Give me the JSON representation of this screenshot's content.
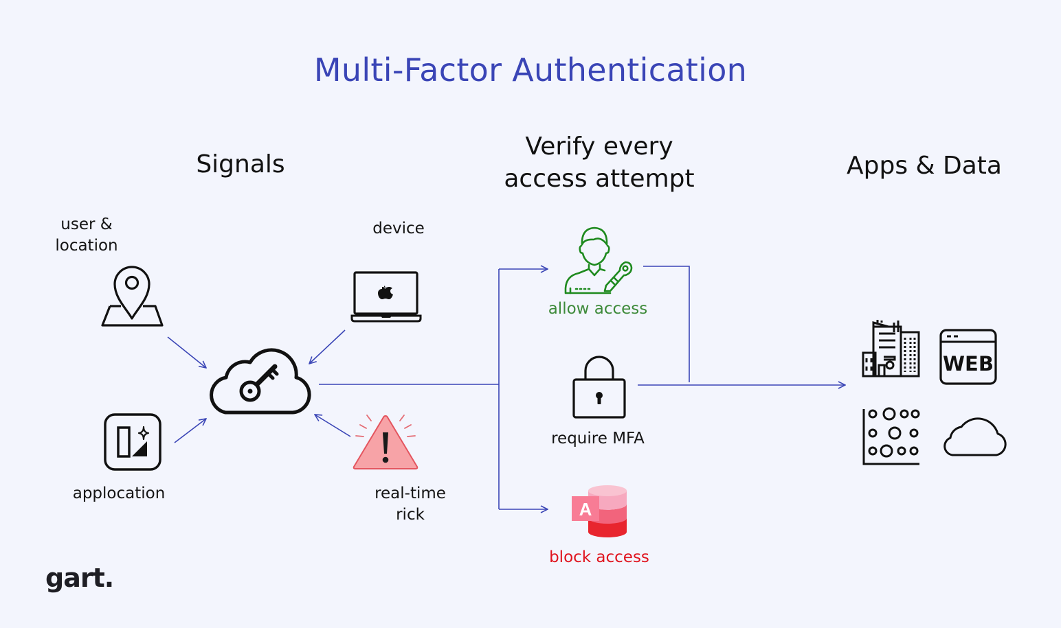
{
  "title": "Multi-Factor Authentication",
  "sections": {
    "signals": "Signals",
    "verify_line1": "Verify every",
    "verify_line2": "access attempt",
    "apps_data": "Apps & Data"
  },
  "signals": {
    "user_location_line1": "user &",
    "user_location_line2": "location",
    "device": "device",
    "application": "applocation",
    "real_time_line1": "real-time",
    "real_time_line2": "rick"
  },
  "outcomes": {
    "allow": "allow access",
    "require": "require MFA",
    "block": "block access"
  },
  "icons": {
    "web_label": "WEB",
    "access_letter": "A"
  },
  "colors": {
    "title": "#3a45b6",
    "connector": "#3a45b6",
    "allow": "#3d8a3a",
    "block": "#e0141e",
    "risk": "#f7a3a7"
  },
  "brand": {
    "logo": "gart."
  }
}
